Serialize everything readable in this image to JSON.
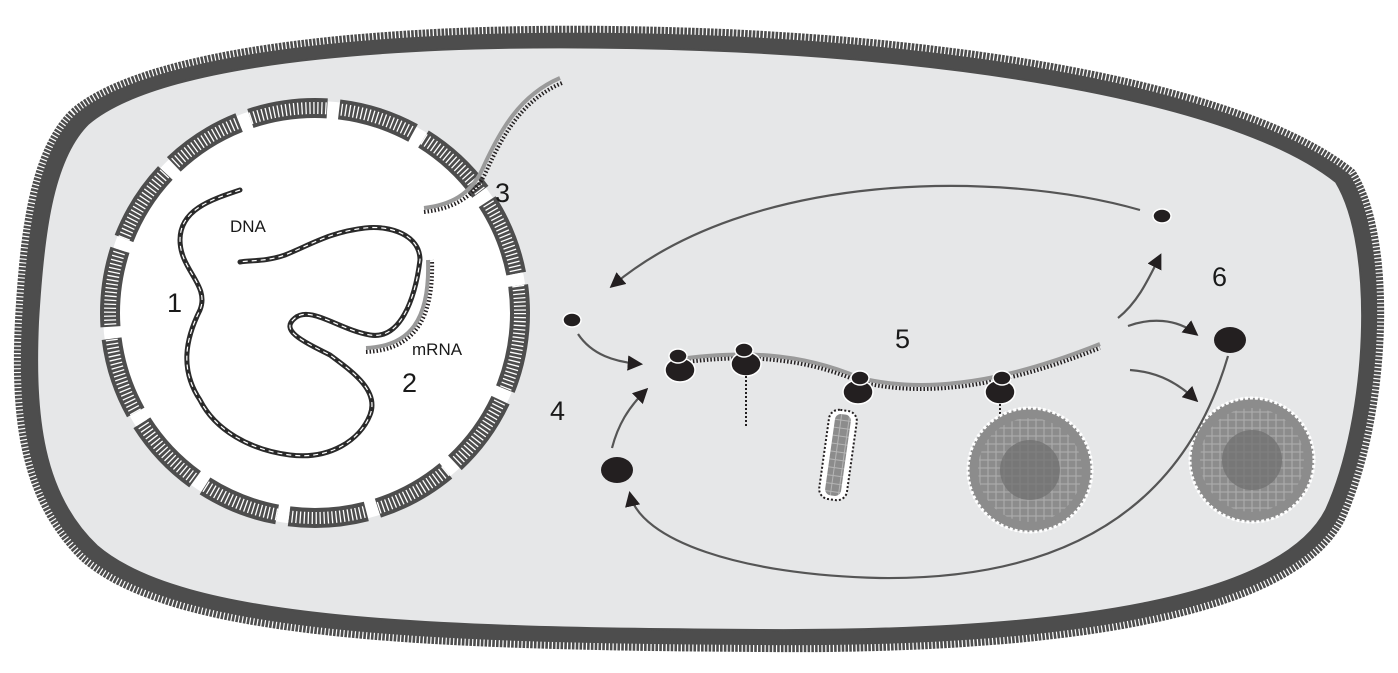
{
  "labels": {
    "step1": "1",
    "step2": "2",
    "step3": "3",
    "step4": "4",
    "step5": "5",
    "step6": "6",
    "dna": "DNA",
    "mrna": "mRNA"
  },
  "colors": {
    "cytoplasm": "#e6e7e8",
    "membrane": "#6d6e71",
    "nucleus": "#ffffff",
    "mrna": "#9a9a9a",
    "ribosome": "#231f20",
    "protein": "#7f7f7f"
  }
}
